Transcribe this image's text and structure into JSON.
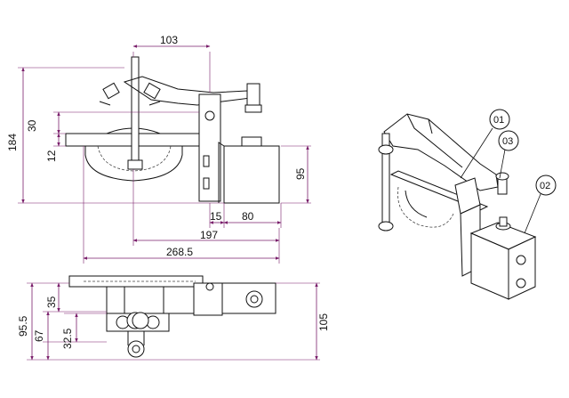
{
  "front_view": {
    "dim_103": "103",
    "dim_184": "184",
    "dim_30": "30",
    "dim_12": "12",
    "dim_95": "95",
    "dim_15": "15",
    "dim_80": "80",
    "dim_197": "197",
    "dim_268_5": "268.5"
  },
  "top_view": {
    "dim_35": "35",
    "dim_95_5": "95.5",
    "dim_67": "67",
    "dim_32_5": "32.5",
    "dim_105": "105"
  },
  "iso_view": {
    "balloons": [
      "01",
      "03",
      "02"
    ]
  },
  "colors": {
    "dimension": "#7a1f6b",
    "line": "#111111"
  }
}
